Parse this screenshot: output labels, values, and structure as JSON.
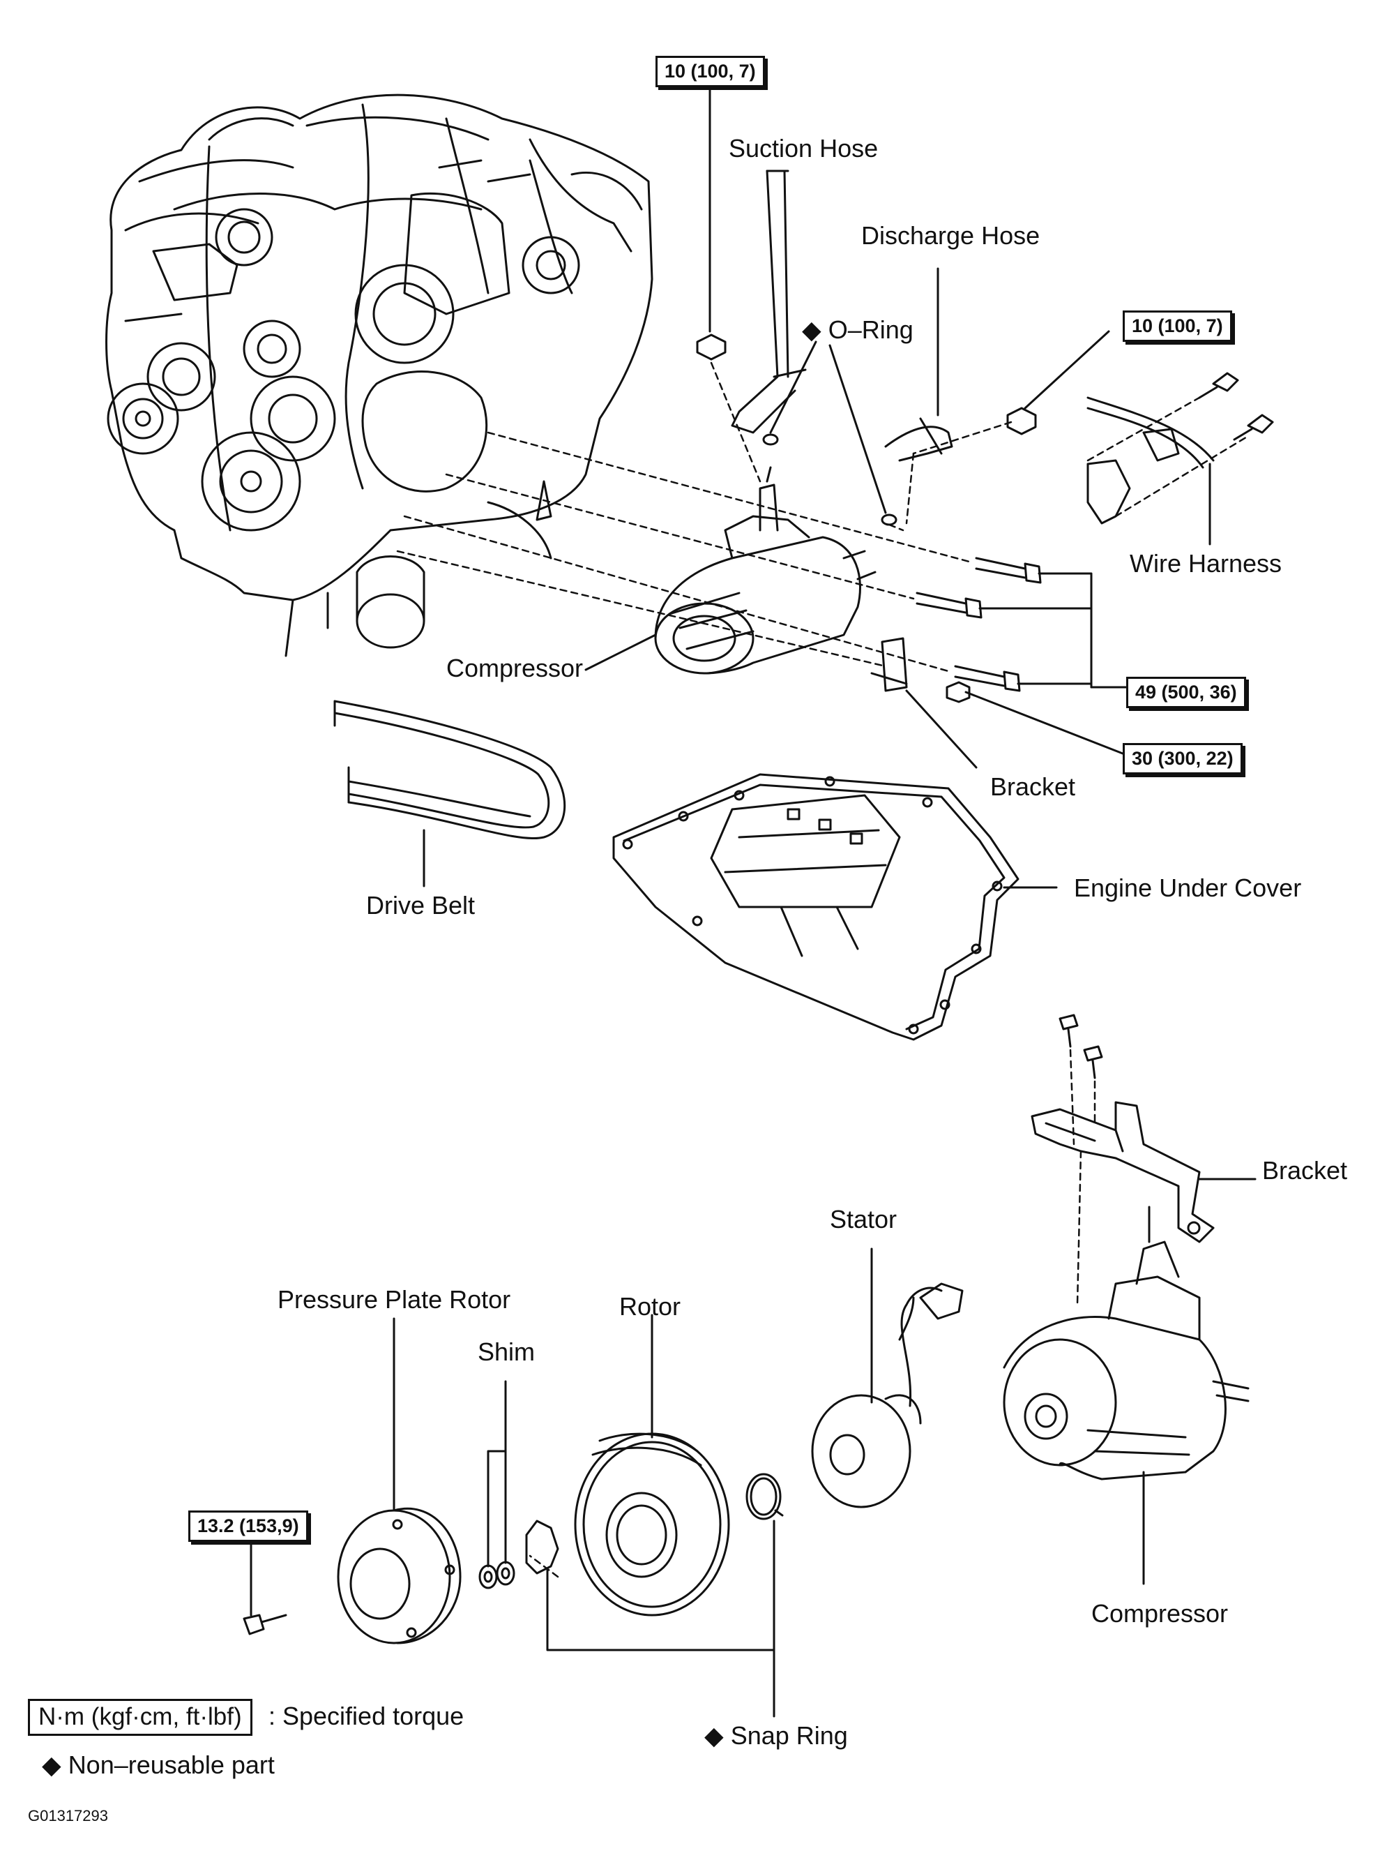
{
  "labels": {
    "suction_hose": "Suction Hose",
    "discharge_hose": "Discharge Hose",
    "o_ring": "◆ O–Ring",
    "wire_harness": "Wire Harness",
    "compressor_top": "Compressor",
    "bracket_top": "Bracket",
    "drive_belt": "Drive Belt",
    "engine_under_cover": "Engine Under Cover",
    "bracket_lower": "Bracket",
    "stator": "Stator",
    "pressure_plate_rotor": "Pressure Plate Rotor",
    "rotor": "Rotor",
    "shim": "Shim",
    "compressor_bottom": "Compressor",
    "snap_ring": "◆ Snap Ring"
  },
  "torques": {
    "t_suction_nut": "10 (100, 7)",
    "t_discharge_nut": "10 (100, 7)",
    "t_compressor_bolts": "49 (500, 36)",
    "t_bracket_nut": "30 (300, 22)",
    "t_plate_bolt": "13.2 (153,9)"
  },
  "legend": {
    "torque_unit": "N·m (kgf·cm, ft·lbf)",
    "torque_text": ": Specified torque",
    "nonreusable": "◆ Non–reusable part"
  },
  "figure_code": "G01317293"
}
